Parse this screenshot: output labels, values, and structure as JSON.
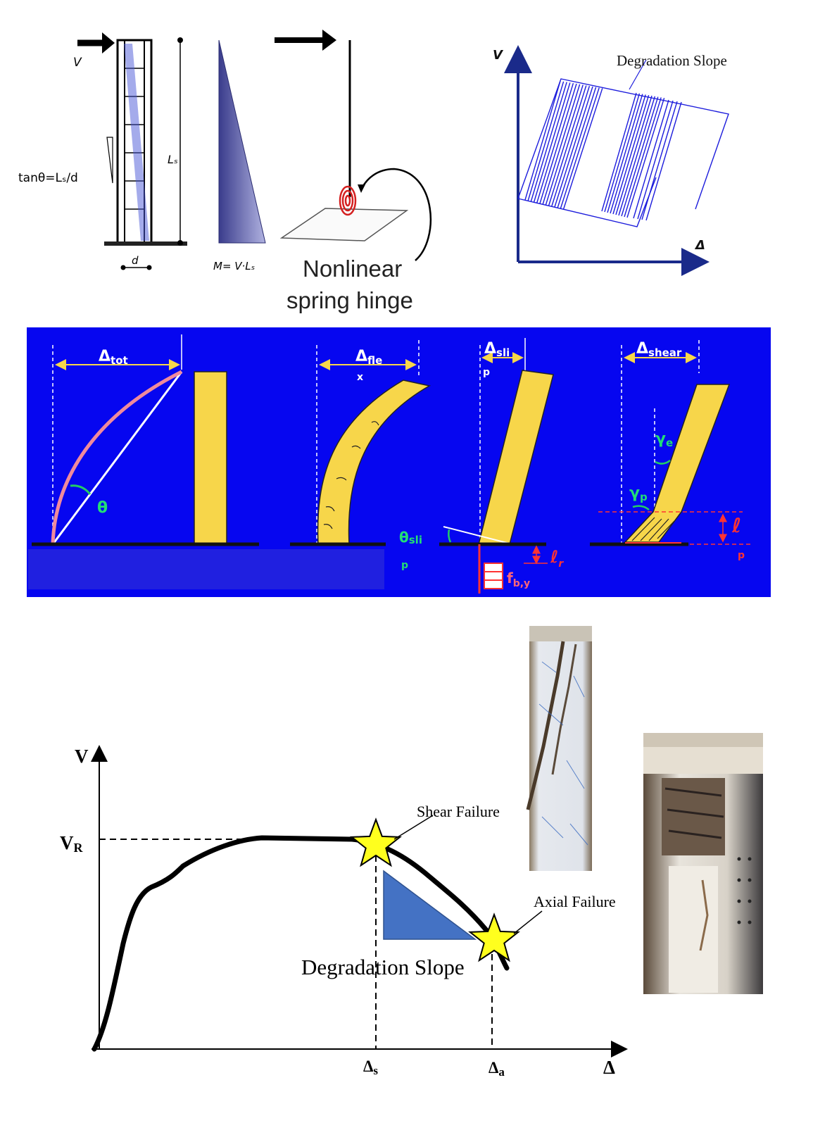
{
  "top": {
    "force_label": "V",
    "tan_label": "tanθ=Lₛ/d",
    "height_label": "Lₛ",
    "depth_label": "d",
    "moment_label": "M= V·Lₛ",
    "hinge_label_line1": "Nonlinear",
    "hinge_label_line2": "spring hinge",
    "hysteresis": {
      "y_label": "V",
      "x_label": "Δ",
      "annotation": "Degradation Slope",
      "line_color": "#1c1cdc"
    }
  },
  "middle": {
    "background": "#0606f0",
    "column_color": "#f7d64a",
    "delta_tot": "Δ",
    "delta_tot_sub": "tot",
    "theta": "θ",
    "delta_fle": "Δ",
    "delta_fle_sub": "fle",
    "delta_fle_sub2": "x",
    "delta_sli": "Δ",
    "delta_sli_sub": "sli",
    "delta_sli_sub2": "p",
    "theta_sli": "θ",
    "theta_sli_sub": "sli",
    "theta_sli_sub2": "p",
    "l_r": "ℓ",
    "l_r_sub": "r",
    "f_by": "f",
    "f_by_sub": "b,y",
    "delta_shear": "Δ",
    "delta_shear_sub": "shear",
    "gamma_e": "γ",
    "gamma_e_sub": "e",
    "gamma_p": "γ",
    "gamma_p_sub": "p",
    "l_p": "ℓ",
    "l_p_sub": "p"
  },
  "bottom": {
    "y_label": "V",
    "vr_label": "V",
    "vr_sub": "R",
    "x_label": "Δ",
    "ds_label": "Δ",
    "ds_sub": "s",
    "da_label": "Δ",
    "da_sub": "a",
    "shear_failure": "Shear Failure",
    "axial_failure": "Axial Failure",
    "degradation_slope": "Degradation Slope",
    "star_color": "#ffff1e",
    "triangle_color": "#4472c4"
  }
}
